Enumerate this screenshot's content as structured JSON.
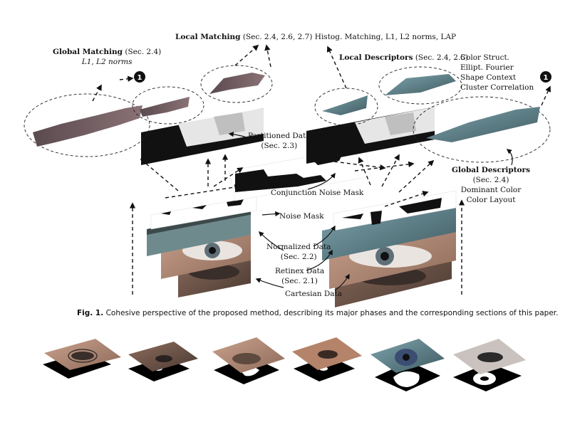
{
  "figure": {
    "global_matching": {
      "title": "Global Matching",
      "sec": "(Sec. 2.4)",
      "norms": "L1, L2 norms"
    },
    "local_matching": {
      "title": "Local Matching",
      "sec": "(Sec. 2.4, 2.6, 2.7)",
      "methods": "Histog. Matching, L1, L2 norms, LAP"
    },
    "local_descriptors": {
      "title": "Local Descriptors",
      "sec": "(Sec. 2.4, 2.5)",
      "items": [
        "Color Struct.",
        "Ellipt. Fourier",
        "Shape Context",
        "Cluster Correlation"
      ]
    },
    "global_descriptors": {
      "title": "Global Descriptors",
      "sec": "(Sec. 2.4)",
      "items": [
        "Dominant Color",
        "Color Layout"
      ]
    },
    "partitioned": {
      "label": "Partitioned Data",
      "sec": "(Sec. 2.3)"
    },
    "conjunction": {
      "label": "Conjunction Noise Mask"
    },
    "noise_mask": {
      "label": "Noise Mask"
    },
    "normalized": {
      "label": "Normalized Data",
      "sec": "(Sec. 2.2)"
    },
    "retinex": {
      "label": "Retinex Data",
      "sec": "(Sec. 2.1)"
    },
    "cartesian": {
      "label": "Cartesian Data"
    },
    "marker": "1"
  },
  "caption": {
    "prefix": "Fig. 1.",
    "text": "Cohesive perspective of the proposed method, describing its major phases and the corresponding sections of this paper."
  },
  "colors": {
    "skin": "#b98e78",
    "iris": "#5f6f78",
    "teal": "#6f9aa3",
    "dark": "#111111"
  }
}
